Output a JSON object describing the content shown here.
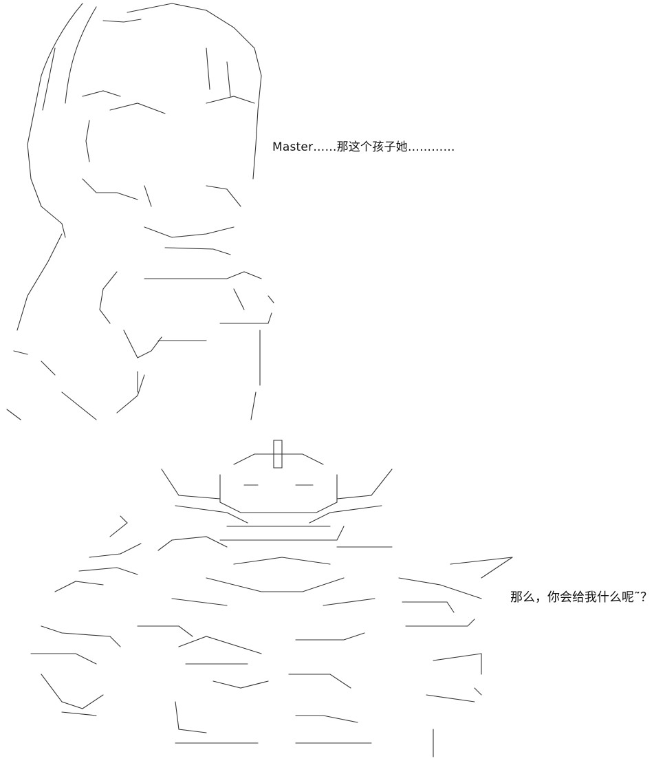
{
  "panels": [
    {
      "id": "top",
      "speech": "Master……那这个孩子她…………"
    },
    {
      "id": "bottom",
      "speech": "那么，你会给我什么呢˜？"
    }
  ],
  "colors": {
    "background": "#ffffff",
    "ink": "#222222"
  }
}
